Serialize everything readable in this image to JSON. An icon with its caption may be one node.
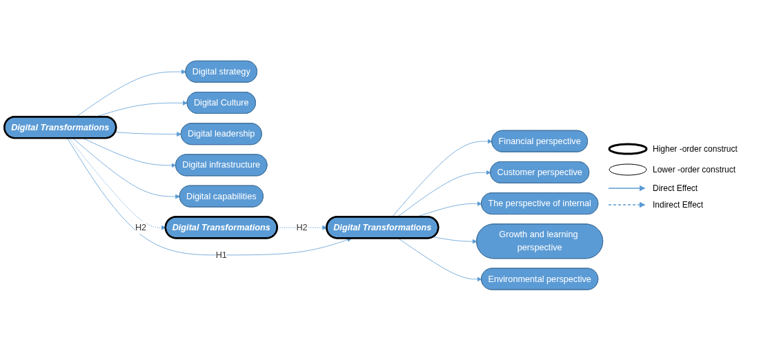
{
  "diagram": {
    "nodes": [
      {
        "text": [
          "Digital strategy"
        ]
      },
      {
        "text": [
          "Digital Culture"
        ]
      },
      {
        "text": [
          "Digital leadership"
        ]
      },
      {
        "text": [
          "Digital infrastructure"
        ]
      },
      {
        "text": [
          "Digital capabilities"
        ]
      },
      {
        "text": [
          "Digital Transformations"
        ]
      },
      {
        "text": [
          "Digital Transformations"
        ]
      },
      {
        "text": [
          "Digital Transformations"
        ]
      },
      {
        "text": [
          "Financial perspective"
        ]
      },
      {
        "text": [
          "Customer perspective"
        ]
      },
      {
        "text": [
          "The perspective of internal"
        ]
      },
      {
        "text": [
          "Growth and learning perspective"
        ]
      },
      {
        "text": [
          "Environmental perspective"
        ]
      }
    ],
    "edges": [
      {
        "from": 5,
        "to": 0,
        "arrow": "to"
      },
      {
        "from": 5,
        "to": 1,
        "arrow": "to"
      },
      {
        "from": 5,
        "to": 2,
        "arrow": "to"
      },
      {
        "from": 5,
        "to": 3,
        "arrow": "to"
      },
      {
        "from": 5,
        "to": 4,
        "arrow": "to"
      },
      {
        "from": 5,
        "to": 6,
        "arrow": "to",
        "label": "H2",
        "style": "dashed"
      },
      {
        "from": 6,
        "to": 7,
        "arrow": "to",
        "label": "H2",
        "style": "dashed"
      },
      {
        "from": 5,
        "to": 7,
        "arrow": "to",
        "label": "H1"
      },
      {
        "from": 7,
        "to": 8,
        "arrow": "to"
      },
      {
        "from": 7,
        "to": 9,
        "arrow": "to"
      },
      {
        "from": 7,
        "to": 10,
        "arrow": "to"
      },
      {
        "from": 7,
        "to": 11,
        "arrow": "to"
      },
      {
        "from": 7,
        "to": 12,
        "arrow": "to"
      }
    ],
    "legend": [
      {
        "text": "Higher -order construct"
      },
      {
        "text": "Lower -order construct"
      },
      {
        "text": "Direct Effect"
      },
      {
        "text": "Indirect Effect"
      }
    ]
  }
}
